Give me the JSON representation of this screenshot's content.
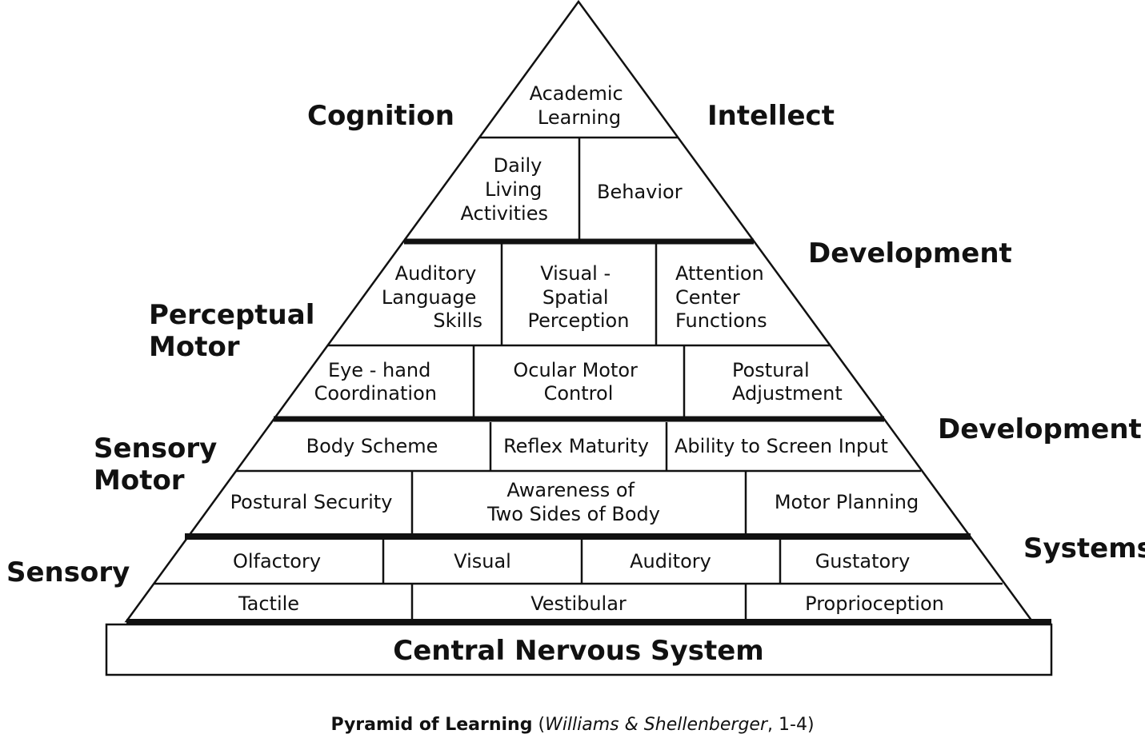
{
  "pyramid": {
    "academic_learning": [
      "Academic",
      "Learning"
    ],
    "daily_living": [
      "Daily",
      "Living",
      "Activities"
    ],
    "behavior": "Behavior",
    "auditory_language": [
      "Auditory",
      "Language",
      "Skills"
    ],
    "visual_spatial": [
      "Visual -",
      "Spatial",
      "Perception"
    ],
    "attention_center": [
      "Attention",
      "Center",
      "Functions"
    ],
    "eye_hand": [
      "Eye - hand",
      "Coordination"
    ],
    "ocular_motor": [
      "Ocular Motor",
      "Control"
    ],
    "postural_adjustment": [
      "Postural",
      "Adjustment"
    ],
    "body_scheme": "Body Scheme",
    "reflex_maturity": "Reflex Maturity",
    "screen_input": "Ability to Screen Input",
    "postural_security": "Postural Security",
    "two_sides": [
      "Awareness of",
      "Two Sides of Body"
    ],
    "motor_planning": "Motor Planning",
    "olfactory": "Olfactory",
    "visual": "Visual",
    "auditory": "Auditory",
    "gustatory": "Gustatory",
    "tactile": "Tactile",
    "vestibular": "Vestibular",
    "proprioception": "Proprioception",
    "base": "Central Nervous System"
  },
  "side_labels": {
    "cognition": "Cognition",
    "intellect": "Intellect",
    "development_upper": "Development",
    "perceptual_motor": [
      "Perceptual",
      "Motor"
    ],
    "sensory_motor": [
      "Sensory",
      "Motor"
    ],
    "development_lower": "Development",
    "sensory": "Sensory",
    "systems": "Systems"
  },
  "caption": {
    "title": "Pyramid of Learning",
    "open": " (",
    "authors": "Williams & Shellenberger",
    "rest": ", 1-4)"
  }
}
